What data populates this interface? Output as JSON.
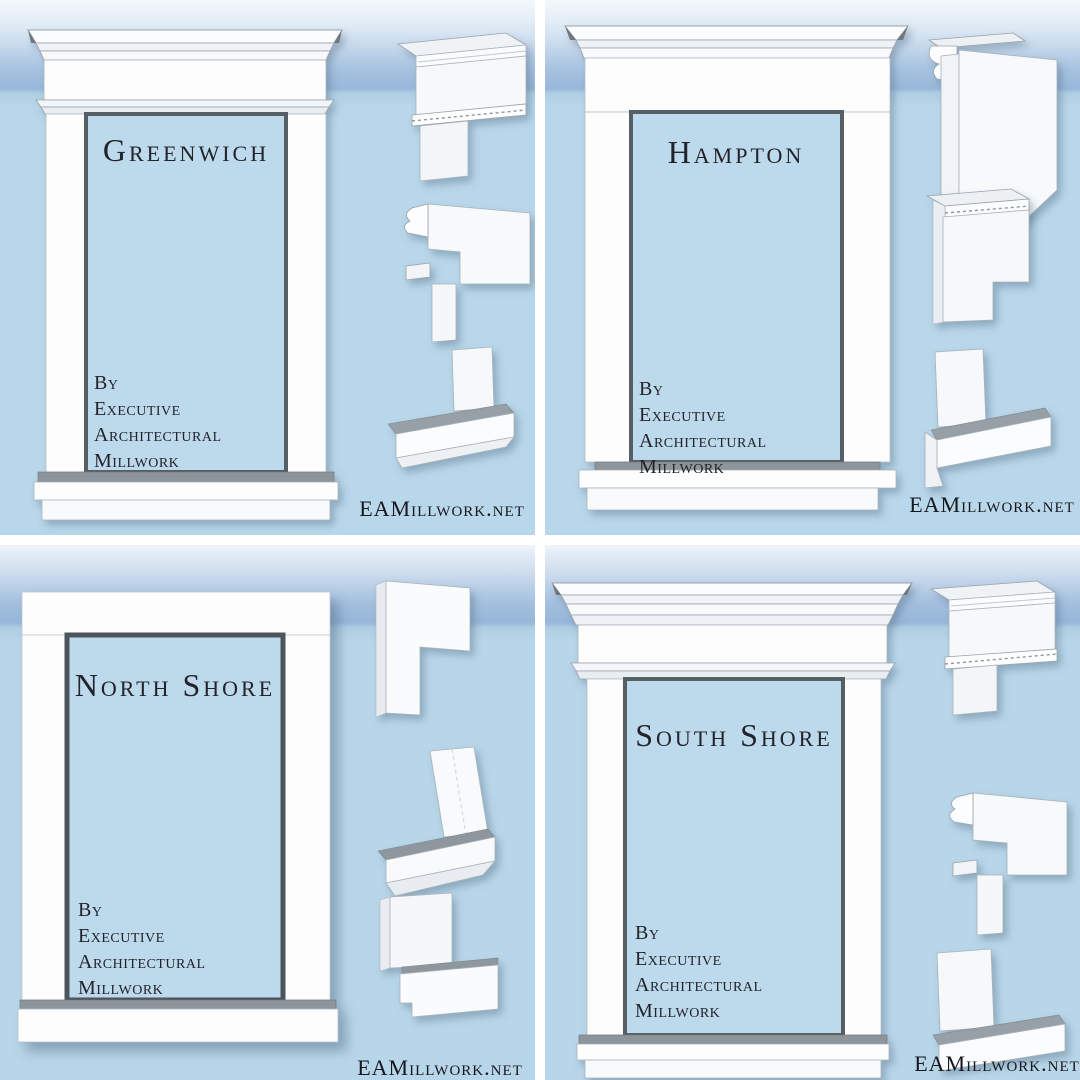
{
  "image": {
    "kind": "millwork-style-collage",
    "brand": "Executive Architectural Millwork",
    "website": "EAMillwork.net"
  },
  "colors": {
    "gutter": "#ffffff",
    "sky_top": "#f4f9fc",
    "sky_band": "#98b7d9",
    "sky_flat": "#b9d7ea",
    "opening_blue": "#bdd9ec",
    "opening_border": "#575e64",
    "frame_white": "#fdfdfe",
    "sill_gray": "#8d949a",
    "text": "#23232b"
  },
  "panels": [
    {
      "id": "greenwich",
      "title": "Greenwich",
      "byline": [
        "By",
        "Executive",
        "Architectural",
        "Millwork"
      ],
      "website": "EAMillwork.net",
      "details": [
        "header-crown-corner",
        "head-casing-side-profile",
        "sill-corner"
      ]
    },
    {
      "id": "hampton",
      "title": "Hampton",
      "byline": [
        "By",
        "Executive",
        "Architectural",
        "Millwork"
      ],
      "website": "EAMillwork.net",
      "details": [
        "crown-bracket-corner",
        "head-band-detail",
        "sill-apron-corner"
      ]
    },
    {
      "id": "north-shore",
      "title": "North Shore",
      "byline": [
        "By",
        "Executive",
        "Architectural",
        "Millwork"
      ],
      "website": "EAMillwork.net",
      "details": [
        "flat-casing-corner",
        "casing-sill-joint",
        "apron-block"
      ]
    },
    {
      "id": "south-shore",
      "title": "South Shore",
      "byline": [
        "By",
        "Executive",
        "Architectural",
        "Millwork"
      ],
      "website": "EAMillwork.net",
      "details": [
        "header-crown-corner",
        "crown-side-profile",
        "sill-corner"
      ]
    }
  ]
}
